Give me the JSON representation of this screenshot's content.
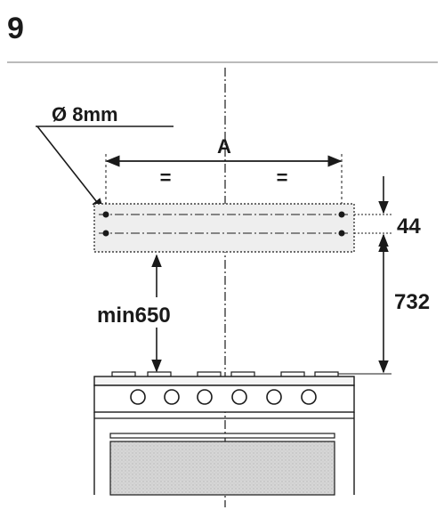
{
  "figure": {
    "step_number": "9",
    "hole_diameter_label": "Ø 8mm",
    "width_label": "A",
    "equal_left_label": "=",
    "equal_right_label": "=",
    "hole_spacing_label": "44",
    "min_clearance_label": "min650",
    "height_to_holes_label": "732"
  },
  "colors": {
    "line": "#1a1a1a",
    "panel_fill": "#ececec",
    "oven_window_fill": "#d4d4d4",
    "cooktop_fill": "#f4f4f4"
  }
}
